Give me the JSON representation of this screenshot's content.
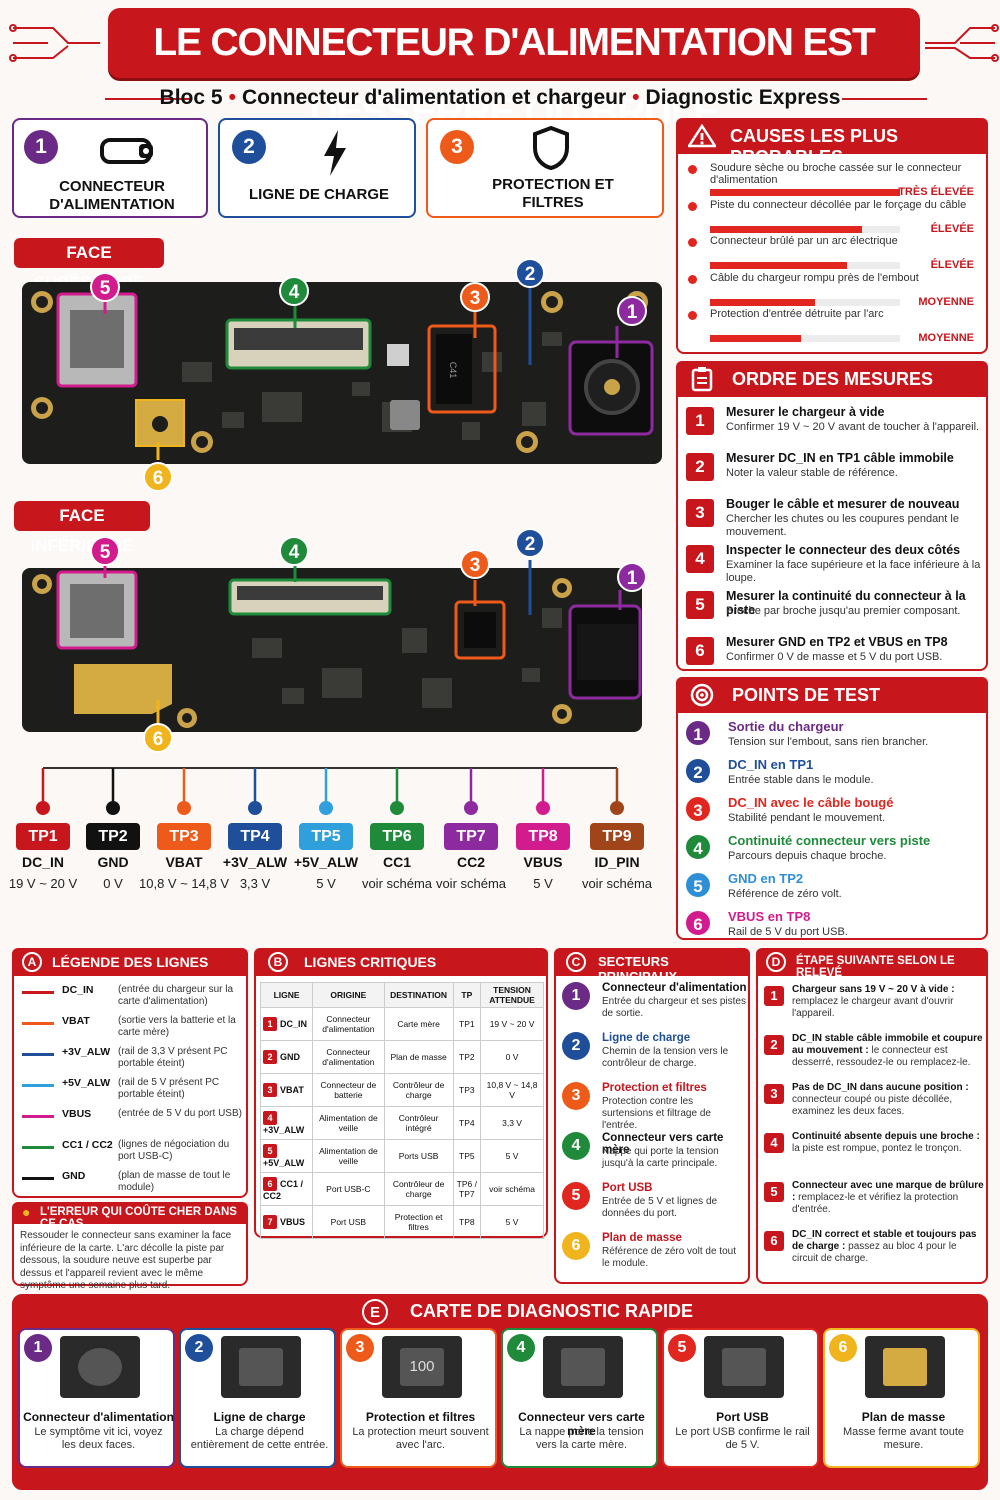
{
  "title": "LE CONNECTEUR D'ALIMENTATION EST DESSERRÉ OU BRÛLÉ",
  "subtitle": {
    "bloc": "Bloc 5",
    "topic": "Connecteur d'alimentation et chargeur",
    "tag": "Diagnostic Express"
  },
  "modules": [
    {
      "n": "1",
      "label": "CONNECTEUR D'ALIMENTATION",
      "color": "#6a2a86"
    },
    {
      "n": "2",
      "label": "LIGNE DE CHARGE",
      "color": "#1f4e9b"
    },
    {
      "n": "3",
      "label": "PROTECTION ET FILTRES",
      "color": "#ee5a19"
    }
  ],
  "faces": {
    "top": "FACE SUPÉRIEURE",
    "bottom": "FACE INFÉRIEURE"
  },
  "causes": {
    "title": "CAUSES LES PLUS PROBABLES",
    "items": [
      {
        "text": "Soudure sèche ou broche cassée sur le connecteur d'alimentation",
        "level": "TRÈS ÉLEVÉE",
        "value": 1.0
      },
      {
        "text": "Piste du connecteur décollée par le forçage du câble",
        "level": "ÉLEVÉE",
        "value": 0.8
      },
      {
        "text": "Connecteur brûlé par un arc électrique",
        "level": "ÉLEVÉE",
        "value": 0.72
      },
      {
        "text": "Câble du chargeur rompu près de l'embout",
        "level": "MOYENNE",
        "value": 0.55
      },
      {
        "text": "Protection d'entrée détruite par l'arc",
        "level": "MOYENNE",
        "value": 0.48
      }
    ]
  },
  "mesures": {
    "title": "ORDRE DES MESURES",
    "items": [
      {
        "n": "1",
        "t": "Mesurer le chargeur à vide",
        "d": "Confirmer 19 V ~ 20 V avant de toucher à l'appareil."
      },
      {
        "n": "2",
        "t": "Mesurer DC_IN en TP1 câble immobile",
        "d": "Noter la valeur stable de référence."
      },
      {
        "n": "3",
        "t": "Bouger le câble et mesurer de nouveau",
        "d": "Chercher les chutes ou les coupures pendant le mouvement."
      },
      {
        "n": "4",
        "t": "Inspecter le connecteur des deux côtés",
        "d": "Examiner la face supérieure et la face inférieure à la loupe."
      },
      {
        "n": "5",
        "t": "Mesurer la continuité du connecteur à la piste",
        "d": "Broche par broche jusqu'au premier composant."
      },
      {
        "n": "6",
        "t": "Mesurer GND en TP2 et VBUS en TP8",
        "d": "Confirmer 0 V de masse et 5 V du port USB."
      }
    ]
  },
  "points": {
    "title": "POINTS DE TEST",
    "items": [
      {
        "n": "1",
        "t": "Sortie du chargeur",
        "d": "Tension sur l'embout, sans rien brancher.",
        "c": "#6a2a86"
      },
      {
        "n": "2",
        "t": "DC_IN en TP1",
        "d": "Entrée stable dans le module.",
        "c": "#1f4e9b"
      },
      {
        "n": "3",
        "t": "DC_IN avec le câble bougé",
        "d": "Stabilité pendant le mouvement.",
        "c": "#e0261f"
      },
      {
        "n": "4",
        "t": "Continuité connecteur vers piste",
        "d": "Parcours depuis chaque broche.",
        "c": "#1f8a3a"
      },
      {
        "n": "5",
        "t": "GND en TP2",
        "d": "Référence de zéro volt.",
        "c": "#2f8fd6"
      },
      {
        "n": "6",
        "t": "VBUS en TP8",
        "d": "Rail de 5 V du port USB.",
        "c": "#d21b8c"
      }
    ]
  },
  "tps": [
    {
      "id": "TP1",
      "name": "DC_IN",
      "val": "19 V ~ 20 V",
      "c": "#c8161d"
    },
    {
      "id": "TP2",
      "name": "GND",
      "val": "0 V",
      "c": "#111"
    },
    {
      "id": "TP3",
      "name": "VBAT",
      "val": "10,8 V ~ 14,8 V",
      "c": "#ee5a19"
    },
    {
      "id": "TP4",
      "name": "+3V_ALW",
      "val": "3,3 V",
      "c": "#1f4e9b"
    },
    {
      "id": "TP5",
      "name": "+5V_ALW",
      "val": "5 V",
      "c": "#2fa0dc"
    },
    {
      "id": "TP6",
      "name": "CC1",
      "val": "voir schéma",
      "c": "#1f8a3a"
    },
    {
      "id": "TP7",
      "name": "CC2",
      "val": "voir schéma",
      "c": "#8e2aa0"
    },
    {
      "id": "TP8",
      "name": "VBUS",
      "val": "5 V",
      "c": "#d21b8c"
    },
    {
      "id": "TP9",
      "name": "ID_PIN",
      "val": "voir schéma",
      "c": "#a0441a"
    }
  ],
  "legend": {
    "title": "LÉGENDE DES LIGNES",
    "letter": "A",
    "items": [
      {
        "k": "DC_IN",
        "d": "(entrée du chargeur sur la carte d'alimentation)",
        "c": "#c8161d"
      },
      {
        "k": "VBAT",
        "d": "(sortie vers la batterie et la carte mère)",
        "c": "#ee5a19"
      },
      {
        "k": "+3V_ALW",
        "d": "(rail de 3,3 V présent PC portable éteint)",
        "c": "#1f4e9b"
      },
      {
        "k": "+5V_ALW",
        "d": "(rail de 5 V présent PC portable éteint)",
        "c": "#2fa0dc"
      },
      {
        "k": "VBUS",
        "d": "(entrée de 5 V du port USB)",
        "c": "#d21b8c"
      },
      {
        "k": "CC1 / CC2",
        "d": "(lignes de négociation du port USB-C)",
        "c": "#1f8a3a"
      },
      {
        "k": "GND",
        "d": "(plan de masse de tout le module)",
        "c": "#111"
      }
    ]
  },
  "erreur": {
    "title": "L'ERREUR QUI COÛTE CHER DANS CE CAS",
    "text": "Ressouder le connecteur sans examiner la face inférieure de la carte. L'arc décolle la piste par dessous, la soudure neuve est superbe par dessus et l'appareil revient avec le même symptôme une semaine plus tard."
  },
  "lignes": {
    "title": "LIGNES CRITIQUES",
    "letter": "B",
    "headers": [
      "LIGNE",
      "ORIGINE",
      "DESTINATION",
      "TP",
      "TENSION ATTENDUE"
    ],
    "rows": [
      [
        "1",
        "DC_IN",
        "Connecteur d'alimentation",
        "Carte mère",
        "TP1",
        "19 V ~ 20 V"
      ],
      [
        "2",
        "GND",
        "Connecteur d'alimentation",
        "Plan de masse",
        "TP2",
        "0 V"
      ],
      [
        "3",
        "VBAT",
        "Connecteur de batterie",
        "Contrôleur de charge",
        "TP3",
        "10,8 V ~ 14,8 V"
      ],
      [
        "4",
        "+3V_ALW",
        "Alimentation de veille",
        "Contrôleur intégré",
        "TP4",
        "3,3 V"
      ],
      [
        "5",
        "+5V_ALW",
        "Alimentation de veille",
        "Ports USB",
        "TP5",
        "5 V"
      ],
      [
        "6",
        "CC1 / CC2",
        "Port USB-C",
        "Contrôleur de charge",
        "TP6 / TP7",
        "voir schéma"
      ],
      [
        "7",
        "VBUS",
        "Port USB",
        "Protection et filtres",
        "TP8",
        "5 V"
      ]
    ]
  },
  "secteurs": {
    "title": "SECTEURS PRINCIPAUX",
    "letter": "C",
    "items": [
      {
        "n": "1",
        "t": "Connecteur d'alimentation",
        "d": "Entrée du chargeur et ses pistes de sortie.",
        "c": "#6a2a86",
        "tc": "#111"
      },
      {
        "n": "2",
        "t": "Ligne de charge",
        "d": "Chemin de la tension vers le contrôleur de charge.",
        "c": "#1f4e9b",
        "tc": "#1f4e9b"
      },
      {
        "n": "3",
        "t": "Protection et filtres",
        "d": "Protection contre les surtensions et filtrage de l'entrée.",
        "c": "#ee5a19",
        "tc": "#c8161d"
      },
      {
        "n": "4",
        "t": "Connecteur vers carte mère",
        "d": "Nappe qui porte la tension jusqu'à la carte principale.",
        "c": "#1f8a3a",
        "tc": "#111"
      },
      {
        "n": "5",
        "t": "Port USB",
        "d": "Entrée de 5 V et lignes de données du port.",
        "c": "#e0261f",
        "tc": "#c8161d"
      },
      {
        "n": "6",
        "t": "Plan de masse",
        "d": "Référence de zéro volt de tout le module.",
        "c": "#f0b41c",
        "tc": "#c8161d"
      }
    ]
  },
  "etape": {
    "title": "ÉTAPE SUIVANTE SELON LE RELEVÉ",
    "letter": "D",
    "items": [
      {
        "n": "1",
        "t": "Chargeur sans 19 V ~ 20 V à vide :",
        "d": "remplacez le chargeur avant d'ouvrir l'appareil."
      },
      {
        "n": "2",
        "t": "DC_IN stable câble immobile et coupure au mouvement :",
        "d": "le connecteur est desserré, ressoudez-le ou remplacez-le."
      },
      {
        "n": "3",
        "t": "Pas de DC_IN dans aucune position :",
        "d": "connecteur coupé ou piste décollée, examinez les deux faces."
      },
      {
        "n": "4",
        "t": "Continuité absente depuis une broche :",
        "d": "la piste est rompue, pontez le tronçon."
      },
      {
        "n": "5",
        "t": "Connecteur avec une marque de brûlure :",
        "d": "remplacez-le et vérifiez la protection d'entrée."
      },
      {
        "n": "6",
        "t": "DC_IN correct et stable et toujours pas de charge :",
        "d": "passez au bloc 4 pour le circuit de charge."
      }
    ]
  },
  "carte": {
    "title": "CARTE DE DIAGNOSTIC RAPIDE",
    "letter": "E",
    "items": [
      {
        "n": "1",
        "t": "Connecteur d'alimentation",
        "d": "Le symptôme vit ici, voyez les deux faces.",
        "c": "#6a2a86",
        "chip": ""
      },
      {
        "n": "2",
        "t": "Ligne de charge",
        "d": "La charge dépend entièrement de cette entrée.",
        "c": "#1f4e9b",
        "chip": ""
      },
      {
        "n": "3",
        "t": "Protection et filtres",
        "d": "La protection meurt souvent avec l'arc.",
        "c": "#ee5a19",
        "chip": "100"
      },
      {
        "n": "4",
        "t": "Connecteur vers carte mère",
        "d": "La nappe porte la tension vers la carte mère.",
        "c": "#1f8a3a",
        "chip": ""
      },
      {
        "n": "5",
        "t": "Port USB",
        "d": "Le port USB confirme le rail de 5 V.",
        "c": "#e0261f",
        "chip": ""
      },
      {
        "n": "6",
        "t": "Plan de masse",
        "d": "Masse ferme avant toute mesure.",
        "c": "#f0b41c",
        "chip": ""
      }
    ]
  },
  "pcb_chip": "C41"
}
